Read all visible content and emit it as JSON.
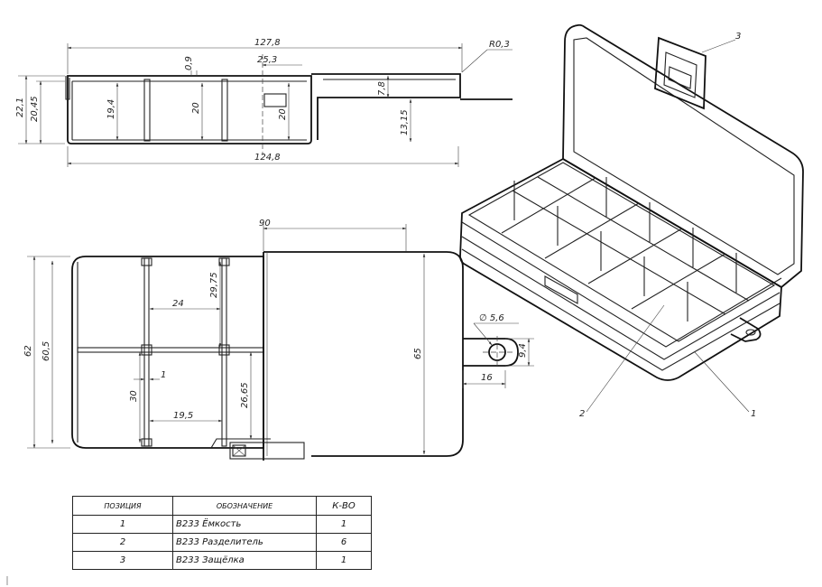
{
  "dimensions": {
    "top_overall_length": "127,8",
    "top_radius": "R0,3",
    "top_wall": "0,9",
    "top_latch_offset": "25,3",
    "top_height_outer": "22,1",
    "top_height_inner": "20,45",
    "top_partition_height": "19,4",
    "top_cell_depth": "20",
    "top_latch_depth": "20",
    "top_lid_height": "7,8",
    "top_lid_step": "13,15",
    "top_base_length": "124,8",
    "plan_lid_length": "90",
    "plan_outer_width": "62",
    "plan_inner_width": "60,5",
    "plan_cell_height": "29,75",
    "plan_cell_width": "24",
    "plan_partition": "1",
    "plan_cell_30": "30",
    "plan_cell_2665": "26,65",
    "plan_cell_195": "19,5",
    "plan_lid_width": "65",
    "tab_hole": "∅ 5,6",
    "tab_height": "9,4",
    "tab_length": "16"
  },
  "callouts": {
    "part_1": "1",
    "part_2": "2",
    "part_3": "3"
  },
  "spec_table": {
    "headers": {
      "position": "ПОЗИЦИЯ",
      "designation": "ОБОЗНАЧЕНИЕ",
      "quantity": "К-ВО"
    },
    "rows": [
      {
        "position": "1",
        "designation": "В233 Ёмкость",
        "quantity": "1"
      },
      {
        "position": "2",
        "designation": "В233 Разделитель",
        "quantity": "6"
      },
      {
        "position": "3",
        "designation": "В233 Защёлка",
        "quantity": "1"
      }
    ]
  }
}
